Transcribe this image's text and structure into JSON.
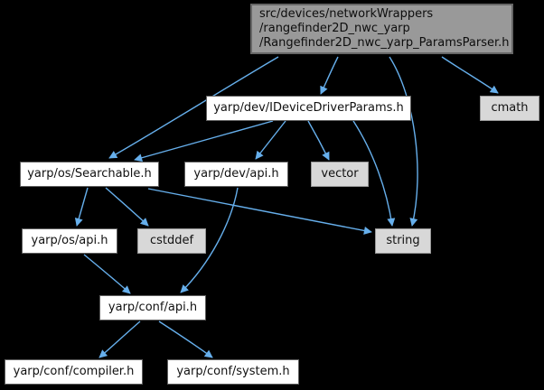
{
  "diagram": {
    "type": "include-dependency-graph",
    "background_color": "#000000",
    "edge_color": "#66afec",
    "colors": {
      "main_node_fill": "#999999",
      "main_node_border": "#666666",
      "header_node_fill": "#ffffff",
      "header_node_border": "#5f5f5f",
      "system_node_fill": "#d8d8d8",
      "system_node_border": "#989898",
      "text": "#111111"
    },
    "nodes": [
      {
        "id": "main",
        "kind": "main",
        "label": "src/devices/networkWrappers\n/rangefinder2D_nwc_yarp\n/Rangefinder2D_nwc_yarp_ParamsParser.h"
      },
      {
        "id": "idevice",
        "kind": "header",
        "label": "yarp/dev/IDeviceDriverParams.h"
      },
      {
        "id": "cmath",
        "kind": "system",
        "label": "cmath"
      },
      {
        "id": "searchable",
        "kind": "header",
        "label": "yarp/os/Searchable.h"
      },
      {
        "id": "devapi",
        "kind": "header",
        "label": "yarp/dev/api.h"
      },
      {
        "id": "vector",
        "kind": "system",
        "label": "vector"
      },
      {
        "id": "osapi",
        "kind": "header",
        "label": "yarp/os/api.h"
      },
      {
        "id": "cstddef",
        "kind": "system",
        "label": "cstddef"
      },
      {
        "id": "string",
        "kind": "system",
        "label": "string"
      },
      {
        "id": "confapi",
        "kind": "header",
        "label": "yarp/conf/api.h"
      },
      {
        "id": "compiler",
        "kind": "header",
        "label": "yarp/conf/compiler.h"
      },
      {
        "id": "system",
        "kind": "header",
        "label": "yarp/conf/system.h"
      }
    ],
    "edges": [
      {
        "from": "main",
        "to": "idevice"
      },
      {
        "from": "main",
        "to": "searchable"
      },
      {
        "from": "main",
        "to": "string"
      },
      {
        "from": "main",
        "to": "cmath"
      },
      {
        "from": "idevice",
        "to": "searchable"
      },
      {
        "from": "idevice",
        "to": "devapi"
      },
      {
        "from": "idevice",
        "to": "vector"
      },
      {
        "from": "idevice",
        "to": "string"
      },
      {
        "from": "searchable",
        "to": "osapi"
      },
      {
        "from": "searchable",
        "to": "cstddef"
      },
      {
        "from": "searchable",
        "to": "string"
      },
      {
        "from": "osapi",
        "to": "confapi"
      },
      {
        "from": "devapi",
        "to": "confapi"
      },
      {
        "from": "confapi",
        "to": "compiler"
      },
      {
        "from": "confapi",
        "to": "system"
      }
    ]
  }
}
